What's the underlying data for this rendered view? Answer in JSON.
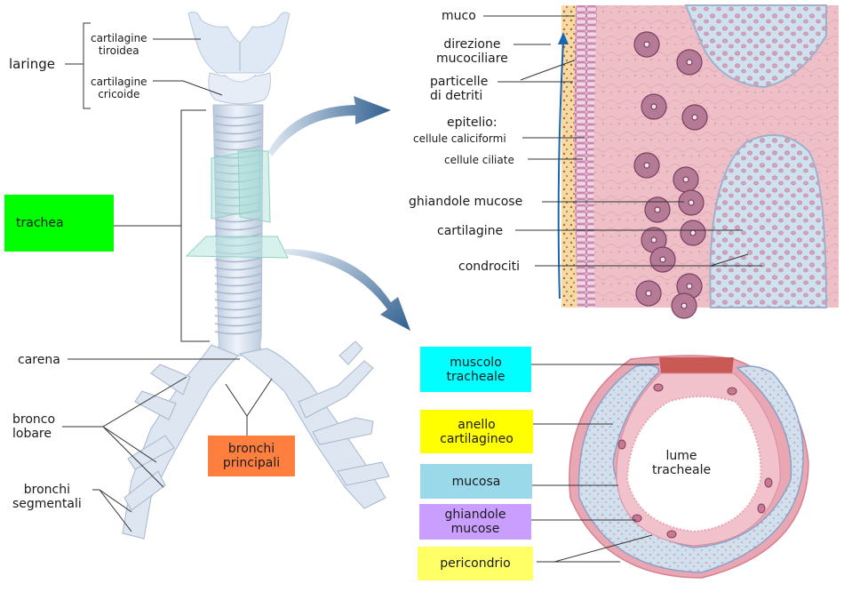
{
  "colors": {
    "trachea_box": "#00ff00",
    "bronchi_box": "#ff7f3f",
    "muscle_box": "#00ffff",
    "ring_box": "#ffff00",
    "mucosa_box": "#99d9ea",
    "glands_box": "#c99eff",
    "perichondrium_box": "#ffff66",
    "arrow": "#2f5f8f",
    "cilia_arrow": "#1a66b3"
  },
  "left": {
    "laringe": "laringe",
    "cart_tiroidea": [
      "cartilagine",
      "tiroidea"
    ],
    "cart_cricoide": [
      "cartilagine",
      "cricoide"
    ],
    "trachea": "trachea",
    "carena": "carena",
    "bronco_lobare": [
      "bronco",
      "lobare"
    ],
    "bronchi_segmentali": [
      "bronchi",
      "segmentali"
    ],
    "bronchi_principali": [
      "bronchi",
      "principali"
    ]
  },
  "histology": {
    "muco": "muco",
    "direzione": [
      "direzione",
      "mucociliare"
    ],
    "particelle": [
      "particelle",
      "di detriti"
    ],
    "epitelio": "epitelio:",
    "caliciformi": "cellule caliciformi",
    "ciliate": "cellule ciliate",
    "ghiandole": "ghiandole mucose",
    "cartilagine": "cartilagine",
    "condrociti": "condrociti"
  },
  "section": {
    "muscolo": [
      "muscolo",
      "tracheale"
    ],
    "anello": [
      "anello",
      "cartilagineo"
    ],
    "mucosa": "mucosa",
    "ghiandole": [
      "ghiandole",
      "mucose"
    ],
    "pericondrio": "pericondrio",
    "lume": [
      "lume",
      "tracheale"
    ]
  }
}
